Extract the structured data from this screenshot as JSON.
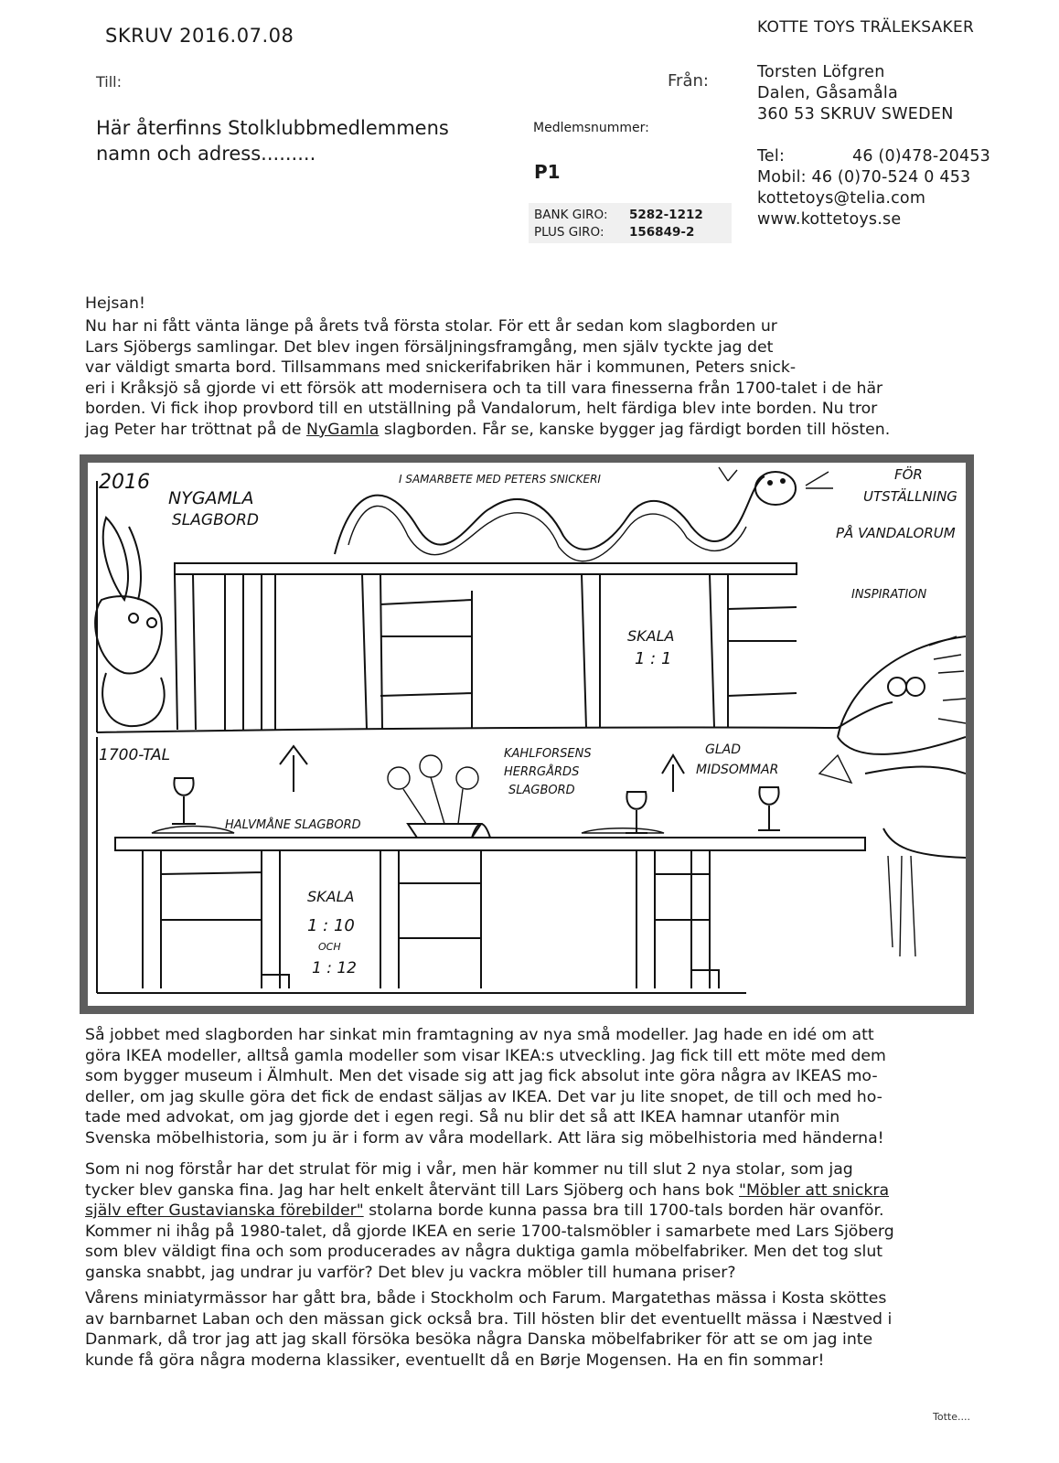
{
  "header": {
    "date_line": "SKRUV  2016.07.08",
    "company": "KOTTE TOYS TRÄLEKSAKER",
    "to_label": "Till:",
    "from_label": "Från:",
    "addressee": "Här återfinns Stolklubbmedlemmens namn och adress.........",
    "member_number_label": "Medlemsnummer:",
    "member_number": "P1",
    "bank_giro_label": "BANK GIRO:",
    "bank_giro": "5282-1212",
    "plus_giro_label": "PLUS GIRO:",
    "plus_giro": "156849-2",
    "sender": [
      "Torsten Löfgren",
      "Dalen,  Gåsamåla",
      "360 53  SKRUV   SWEDEN"
    ],
    "tel_label": "Tel:",
    "tel": "46 (0)478-20453",
    "mobile_label": "Mobil:",
    "mobile": "46 (0)70-524 0 453",
    "email": "kottetoys@telia.com",
    "web": "www.kottetoys.se"
  },
  "letter": {
    "greeting": "Hejsan!",
    "p1_before": "Nu har ni fått vänta länge på årets två första stolar. För ett år sedan kom slagborden ur\nLars Sjöbergs samlingar. Det blev ingen försäljningsframgång, men själv tyckte jag det\nvar väldigt smarta bord. Tillsammans med snickerifabriken här i kommunen, Peters snick-\neri i Kråksjö så gjorde vi ett försök att modernisera och ta till vara finesserna från 1700-talet i de här\nborden. Vi fick ihop provbord till en utställning på Vandalorum, helt färdiga blev inte borden. Nu tror\njag Peter har tröttnat på de ",
    "p1_link": "NyGamla",
    "p1_after": " slagborden. Får se, kanske bygger jag färdigt borden till hösten.",
    "p2": "Så jobbet med slagborden har sinkat min framtagning av nya små modeller. Jag hade en idé om att\ngöra IKEA modeller, alltså gamla modeller som visar IKEA:s utveckling. Jag fick till ett möte med dem\nsom bygger museum i Älmhult. Men det visade sig att jag fick absolut inte göra några av IKEAS mo-\ndeller, om jag skulle göra det fick de endast säljas av IKEA. Det var ju lite snopet, de till och med ho-\ntade med advokat, om jag gjorde det i egen regi. Så nu blir det så att IKEA hamnar utanför min\nSvenska möbelhistoria, som ju är i form av våra modellark. Att lära sig möbelhistoria med händerna!",
    "p3_before": "Som ni nog förstår har det strulat för mig i vår, men här kommer nu till slut 2 nya stolar, som jag\ntycker blev ganska fina. Jag har helt enkelt återvänt till Lars Sjöberg och hans bok ",
    "p3_link": "\"Möbler att snickra\nsjälv efter Gustavianska förebilder\"",
    "p3_after": " stolarna borde kunna passa bra till 1700-tals borden här ovanför.\nKommer ni ihåg på 1980-talet, då gjorde IKEA en serie 1700-talsmöbler i samarbete med Lars Sjöberg\nsom blev väldigt fina och som producerades av några duktiga gamla möbelfabriker. Men det tog slut\nganska snabbt, jag undrar ju varför? Det blev ju vackra möbler till humana priser?",
    "p4": "Vårens miniatyrmässor har gått bra, både i Stockholm och Farum. Margatethas mässa i Kosta sköttes\nav barnbarnet Laban och den mässan gick också bra. Till hösten blir det eventuellt mässa i Næstved i\nDanmark, då tror jag att jag skall försöka besöka några Danska möbelfabriker för att se om jag inte\nkunde få göra några moderna klassiker, eventuellt då en Børje Mogensen. Ha en fin sommar!",
    "signature": "Totte...."
  },
  "drawing": {
    "year": "2016",
    "nygamla": "NYGAMLA",
    "slagbord": "SLAGBORD",
    "collab": "I SAMARBETE MED PETERS SNICKERI",
    "exhibit_1": "FÖR",
    "exhibit_2": "UTSTÄLLNING",
    "exhibit_3": "PÅ VANDALORUM",
    "inspiration": "INSPIRATION",
    "scale_top_1": "SKALA",
    "scale_top_2": "1 : 1",
    "era": "1700-TAL",
    "halvmane": "HALVMÅNE SLAGBORD",
    "kaffe_1": "KAHLFORSENS",
    "kaffe_2": "HERRGÅRDS",
    "kaffe_3": "SLAGBORD",
    "glad_1": "GLAD",
    "glad_2": "MIDSOMMAR",
    "scale_bot_1": "SKALA",
    "scale_bot_2": "1 : 10",
    "scale_bot_3": "OCH",
    "scale_bot_4": "1 : 12"
  }
}
